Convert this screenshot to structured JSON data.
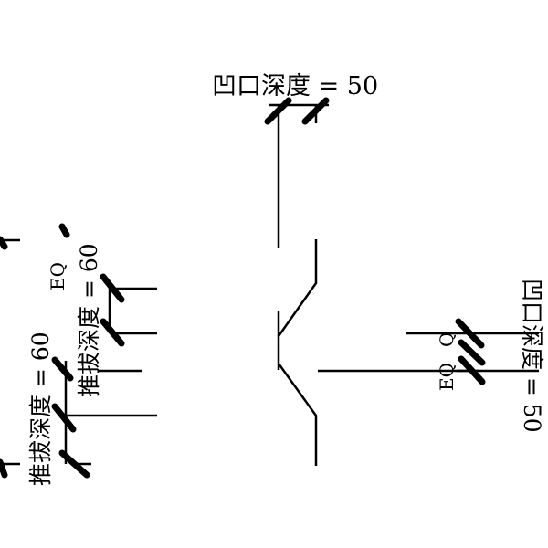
{
  "labels": {
    "notch_top": "凹口深度 = 50",
    "notch_right": "凹口深度 = 50",
    "draft_left_1": "推拔深度 = 60",
    "draft_left_2": "推拔深度 = 60",
    "eq_left": "EQ",
    "eq_right_1": "EQ",
    "eq_right_2": "Q"
  }
}
